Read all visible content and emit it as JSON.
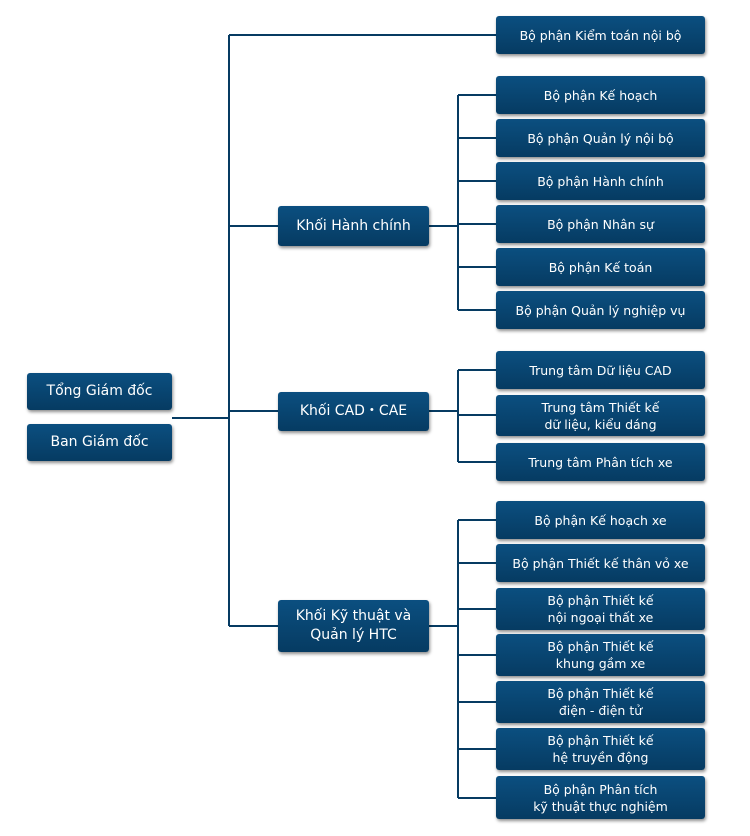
{
  "colors": {
    "box_fill": "#063b62",
    "connector": "#063b62",
    "text": "#ffffff"
  },
  "root": {
    "ceo": "Tổng Giám đốc",
    "board": "Ban Giám đốc"
  },
  "audit": "Bộ phận Kiểm toán nội bộ",
  "admin": {
    "label": "Khối Hành chính",
    "units": [
      "Bộ phận Kế hoạch",
      "Bộ phận Quản lý nội bộ",
      "Bộ phận Hành chính",
      "Bộ phận Nhân sự",
      "Bộ phận Kế toán",
      "Bộ phận Quản lý nghiệp vụ"
    ]
  },
  "cad": {
    "label": "Khối CAD・CAE",
    "units": [
      "Trung tâm Dữ liệu CAD",
      "Trung tâm Thiết kế\ndữ liệu, kiểu dáng",
      "Trung tâm Phân tích xe"
    ]
  },
  "tech": {
    "label": "Khối Kỹ thuật và\nQuản lý HTC",
    "units": [
      "Bộ phận Kế hoạch xe",
      "Bộ phận Thiết kế thân vỏ xe",
      "Bộ phận Thiết kế\nnội ngoại thất xe",
      "Bộ phận Thiết kế\nkhung gầm xe",
      "Bộ phận Thiết kế\nđiện - điện tử",
      "Bộ phận Thiết kế\nhệ truyền động",
      "Bộ phận Phân tích\nkỹ thuật thực nghiệm"
    ]
  }
}
